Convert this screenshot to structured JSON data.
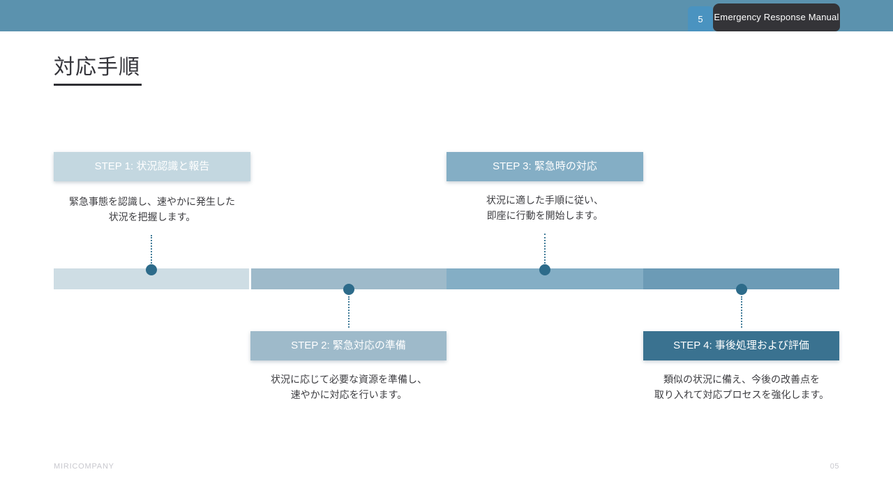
{
  "top_bar": {
    "page_badge": "5",
    "tab_label": "Emergency Response Manual",
    "bar_color": "#5b92ae",
    "badge_color": "#4a93c0",
    "tab_color": "#343438"
  },
  "title": {
    "text": "対応手順",
    "underline_color": "#2e2e33"
  },
  "steps": [
    {
      "label": "STEP 1: 状況認識と報告",
      "desc_line1": "緊急事態を認識し、速やかに発生した",
      "desc_line2": "状況を把握します。",
      "box_color": "#c3d7e0",
      "segment_color": "#cedde4",
      "position": "above"
    },
    {
      "label": "STEP 2: 緊急対応の準備",
      "desc_line1": "状況に応じて必要な資源を準備し、",
      "desc_line2": "速やかに対応を行います。",
      "box_color": "#9ebaca",
      "segment_color": "#9ebaca",
      "position": "below"
    },
    {
      "label": "STEP 3: 緊急時の対応",
      "desc_line1": "状況に適した手順に従い、",
      "desc_line2": "即座に行動を開始します。",
      "box_color": "#84aec5",
      "segment_color": "#84aec5",
      "position": "above"
    },
    {
      "label": "STEP 4: 事後処理および評価",
      "desc_line1": "類似の状況に備え、今後の改善点を",
      "desc_line2": "取り入れて対応プロセスを強化します。",
      "box_color": "#3a7290",
      "segment_color": "#6c9bb6",
      "position": "below"
    }
  ],
  "timeline": {
    "dot_color": "#2d6b8a",
    "dotted_line_color": "#407b98"
  },
  "footer": {
    "company": "MIRICOMPANY",
    "page_number": "05"
  }
}
